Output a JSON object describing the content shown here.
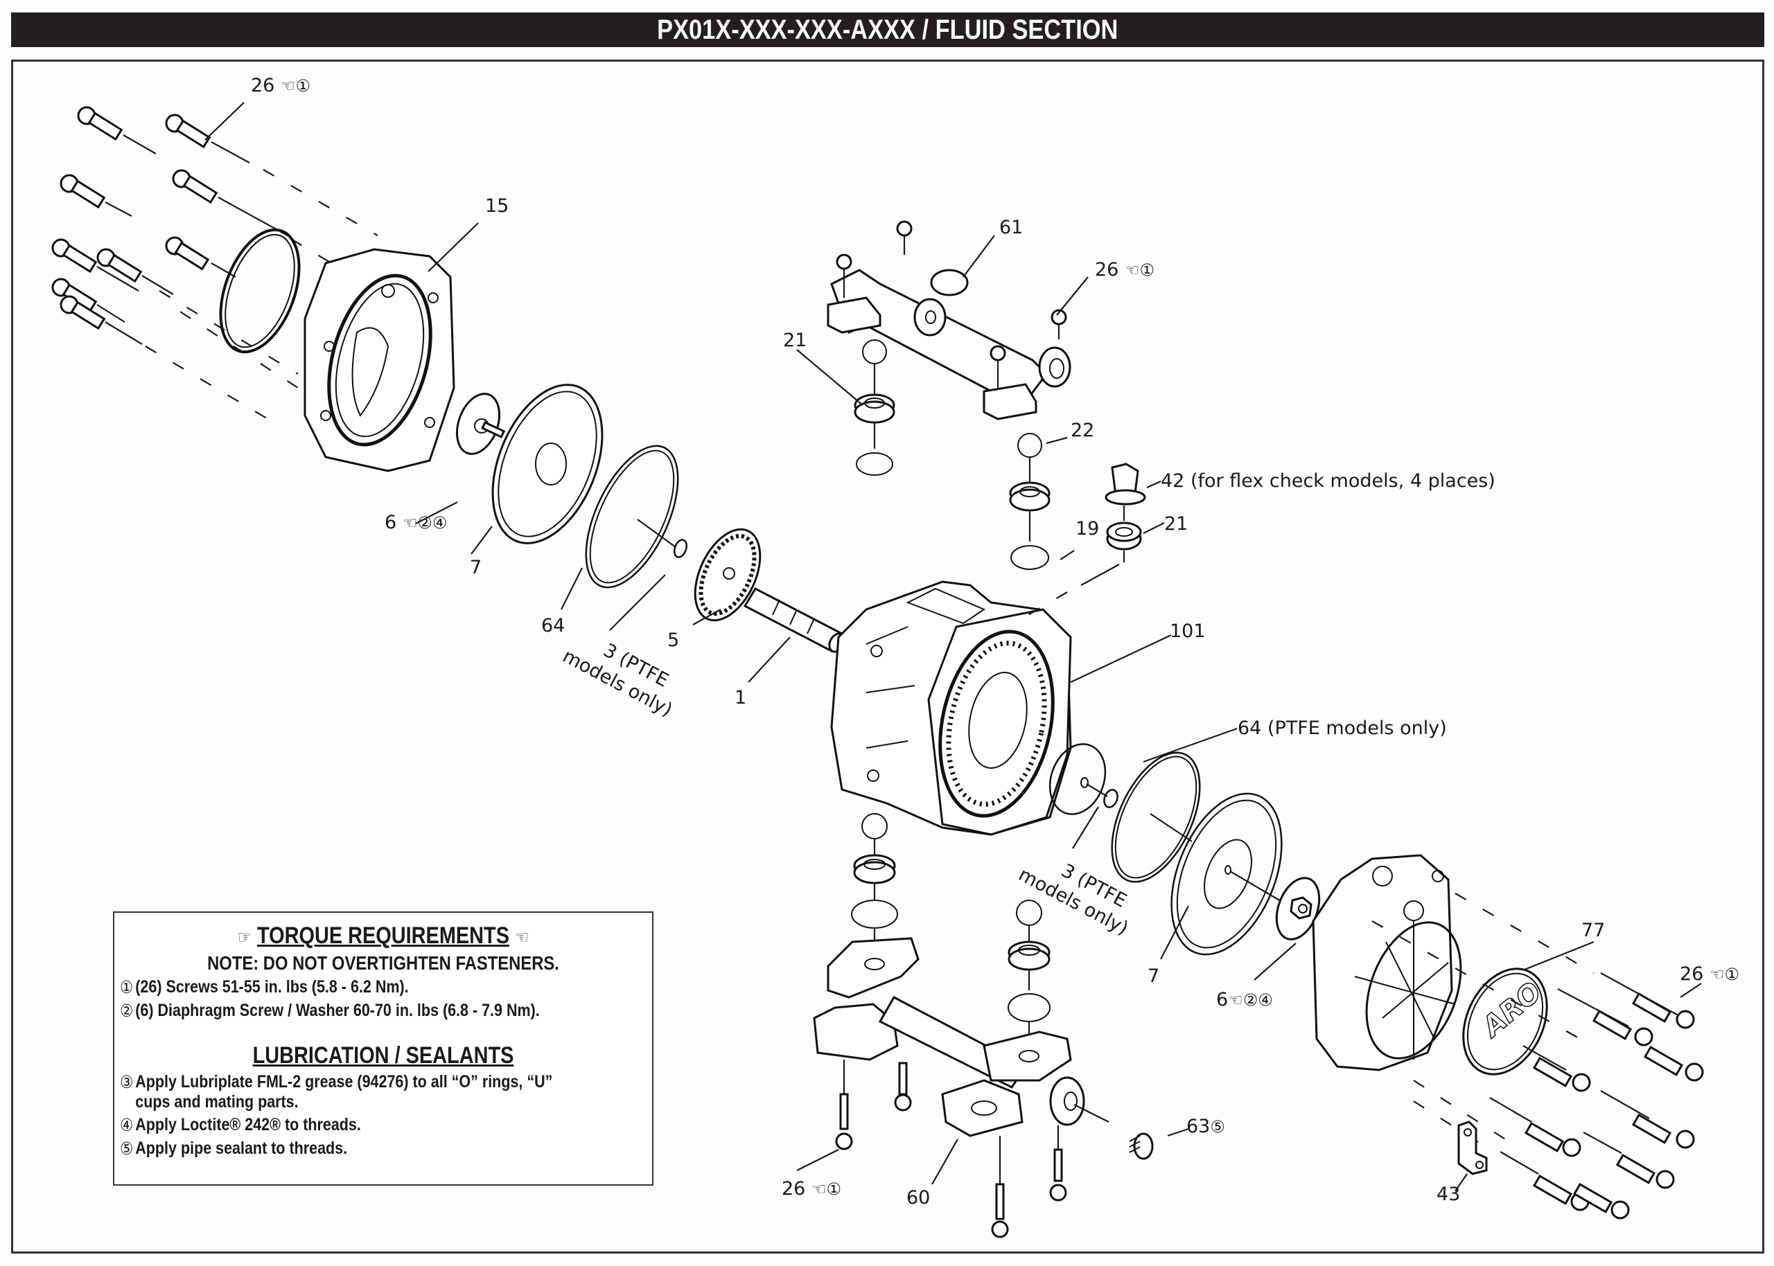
{
  "header": {
    "title": "PX01X-XXX-XXX-AXXX / FLUID  SECTION"
  },
  "callouts": [
    {
      "id": "c-26-top-left",
      "part": "26",
      "refs": "☜①"
    },
    {
      "id": "c-15",
      "part": "15",
      "refs": ""
    },
    {
      "id": "c-6-left",
      "part": "6",
      "refs": "☜②④"
    },
    {
      "id": "c-7-left",
      "part": "7",
      "refs": ""
    },
    {
      "id": "c-64-left",
      "part": "64",
      "refs": ""
    },
    {
      "id": "c-3-left",
      "part": "3 (PTFE",
      "note2": "models only)"
    },
    {
      "id": "c-5",
      "part": "5",
      "refs": ""
    },
    {
      "id": "c-1",
      "part": "1",
      "refs": ""
    },
    {
      "id": "c-61",
      "part": "61",
      "refs": ""
    },
    {
      "id": "c-26-top-manifold",
      "part": "26",
      "refs": "☜①"
    },
    {
      "id": "c-21-top",
      "part": "21",
      "refs": ""
    },
    {
      "id": "c-22",
      "part": "22",
      "refs": ""
    },
    {
      "id": "c-42",
      "part": "42",
      "refs": "(for flex check models, 4 places)"
    },
    {
      "id": "c-19",
      "part": "19",
      "refs": ""
    },
    {
      "id": "c-21-right",
      "part": "21",
      "refs": ""
    },
    {
      "id": "c-101",
      "part": "101",
      "refs": ""
    },
    {
      "id": "c-64-right",
      "part": "64",
      "refs": "(PTFE models only)"
    },
    {
      "id": "c-3-right",
      "part": "3 (PTFE",
      "note2": "models only)"
    },
    {
      "id": "c-7-right",
      "part": "7",
      "refs": ""
    },
    {
      "id": "c-6-right",
      "part": "6",
      "refs": "☜②④"
    },
    {
      "id": "c-77",
      "part": "77",
      "refs": ""
    },
    {
      "id": "c-26-right",
      "part": "26",
      "refs": "☜①"
    },
    {
      "id": "c-43",
      "part": "43",
      "refs": ""
    },
    {
      "id": "c-63",
      "part": "63",
      "refs": "⑤"
    },
    {
      "id": "c-60",
      "part": "60",
      "refs": ""
    },
    {
      "id": "c-26-bottom",
      "part": "26",
      "refs": "☜①"
    }
  ],
  "notes": {
    "torque_title": "TORQUE REQUIREMENTS",
    "hand_left": "☞",
    "hand_right": "☜",
    "torque_note": "NOTE: DO NOT OVERTIGHTEN FASTENERS.",
    "torque_items": [
      {
        "marker": "①",
        "text": "(26) Screws 51-55 in. lbs (5.8 - 6.2 Nm)."
      },
      {
        "marker": "②",
        "text": "(6) Diaphragm Screw / Washer 60-70 in. lbs (6.8 - 7.9 Nm)."
      }
    ],
    "lube_title": "LUBRICATION / SEALANTS",
    "lube_items": [
      {
        "marker": "③",
        "text": "Apply Lubriplate FML-2 grease (94276) to all “O” rings, “U” cups and mating parts."
      },
      {
        "marker": "④",
        "text": "Apply Loctite® 242® to threads."
      },
      {
        "marker": "⑤",
        "text": "Apply pipe sealant to threads."
      }
    ]
  },
  "logo_text": "ARO"
}
